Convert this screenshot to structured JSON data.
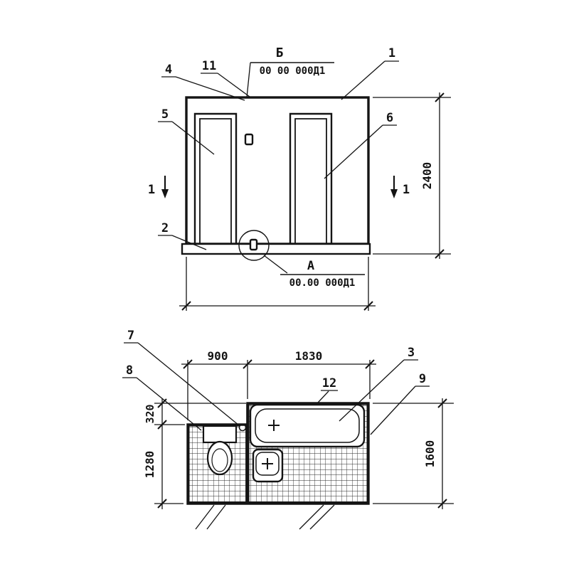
{
  "drawing": {
    "elevation": {
      "callout_4": "4",
      "callout_11": "11",
      "callout_1": "1",
      "callout_5": "5",
      "callout_6": "6",
      "callout_2": "2",
      "section_letter_top": "Б",
      "section_doc_top": "00 00 000Д1",
      "detail_letter": "А",
      "detail_doc": "00.00 000Д1",
      "dim_height": "2400",
      "section_mark_left": "1",
      "section_mark_right": "1"
    },
    "plan": {
      "callout_7": "7",
      "callout_8": "8",
      "callout_3": "3",
      "callout_9": "9",
      "callout_12": "12",
      "dim_left_width": "900",
      "dim_right_width": "1830",
      "dim_offset": "320",
      "dim_inner_depth": "1280",
      "dim_total_depth": "1600"
    }
  }
}
